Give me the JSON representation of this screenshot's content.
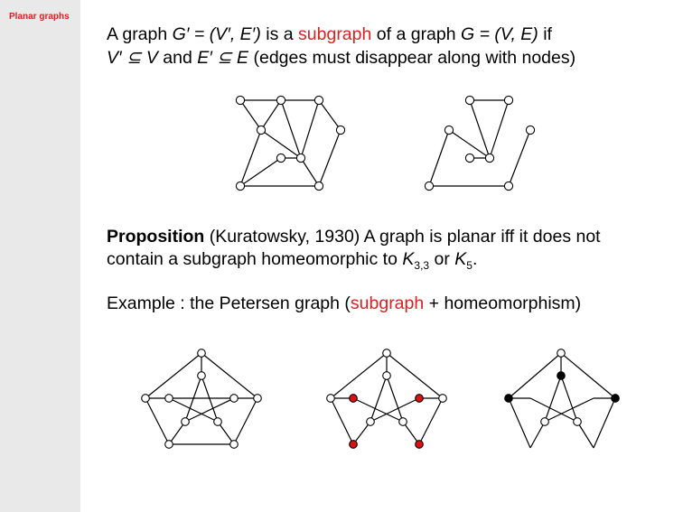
{
  "section_label": "Planar graphs",
  "definition": {
    "l1_a": "A graph ",
    "l1_gp": "G′ = (V′, E′)",
    "l1_b": " is a ",
    "l1_subgraph": "subgraph",
    "l1_c": " of a graph ",
    "l1_g": "G = (V, E)",
    "l1_d": " if",
    "l2_vp": "V′ ⊆ V",
    "l2_a": " and ",
    "l2_ep": "E′ ⊆ E",
    "l2_b": " (edges must disappear along with nodes)"
  },
  "proposition": {
    "word": "Proposition",
    "l1_rest": " (Kuratowsky, 1930) A graph is planar iff it does not",
    "l2_a": "contain a subgraph homeomorphic to ",
    "k33_k": "K",
    "k33_sub": "3,3",
    "l2_b": " or ",
    "k5_k": "K",
    "k5_sub": "5",
    "l2_c": "."
  },
  "example": {
    "a": "Example : the Petersen graph (",
    "subgraph": "subgraph",
    "b": " + homeomorphism)"
  },
  "colors": {
    "accent": "#d62222",
    "node_fill": "#ffffff",
    "highlight": "#dd1111",
    "black": "#000000"
  }
}
